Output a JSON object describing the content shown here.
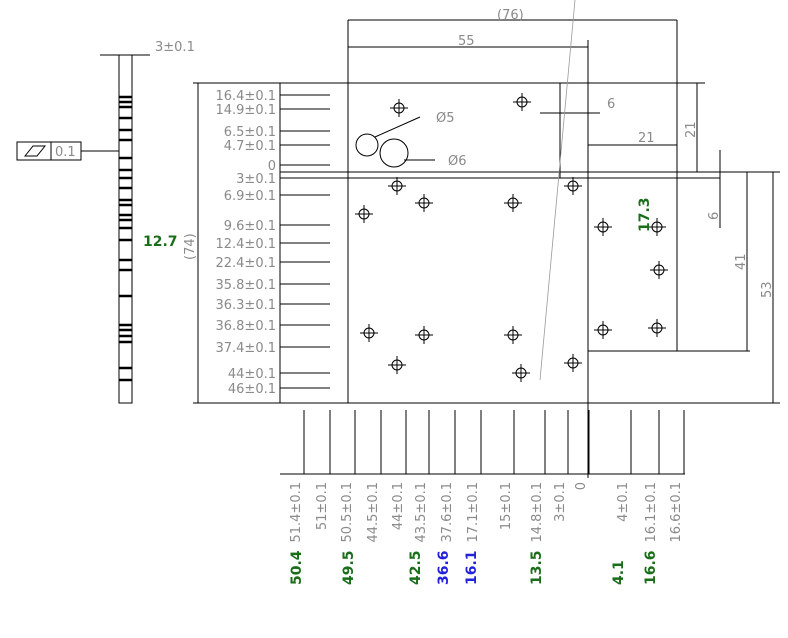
{
  "side_view": {
    "thickness": "3±0.1",
    "flatness": "0.1",
    "green_value": "12.7"
  },
  "top_dims": {
    "overall": "(76)",
    "width": "55",
    "d6": "6",
    "d21": "21",
    "d21v": "21",
    "d6v": "6",
    "d41": "41",
    "d53": "53",
    "height": "(74)",
    "green_17": "17.3"
  },
  "holes": {
    "d5": "Ø5",
    "d6": "Ø6"
  },
  "left_labels": [
    "16.4±0.1",
    "14.9±0.1",
    "6.5±0.1",
    "4.7±0.1",
    "0",
    "3±0.1",
    "6.9±0.1",
    "9.6±0.1",
    "12.4±0.1",
    "22.4±0.1",
    "35.8±0.1",
    "36.3±0.1",
    "36.8±0.1",
    "37.4±0.1",
    "44±0.1",
    "46±0.1"
  ],
  "bottom_labels": [
    "51.4±0.1",
    "51±0.1",
    "50.5±0.1",
    "44.5±0.1",
    "44±0.1",
    "43.5±0.1",
    "37.6±0.1",
    "17.1±0.1",
    "15±0.1",
    "14.8±0.1",
    "3±0.1",
    "0",
    "4±0.1",
    "16.1±0.1",
    "16.6±0.1"
  ],
  "bottom_values": [
    {
      "text": "50.4",
      "color": "#1a6e1a"
    },
    {
      "text": "49.5",
      "color": "#1a6e1a"
    },
    {
      "text": "42.5",
      "color": "#1a6e1a"
    },
    {
      "text": "36.6",
      "color": "#2222dd"
    },
    {
      "text": "16.1",
      "color": "#2222dd"
    },
    {
      "text": "13.5",
      "color": "#1a6e1a"
    },
    {
      "text": "4.1",
      "color": "#1a6e1a"
    },
    {
      "text": "16.6",
      "color": "#1a6e1a"
    }
  ]
}
